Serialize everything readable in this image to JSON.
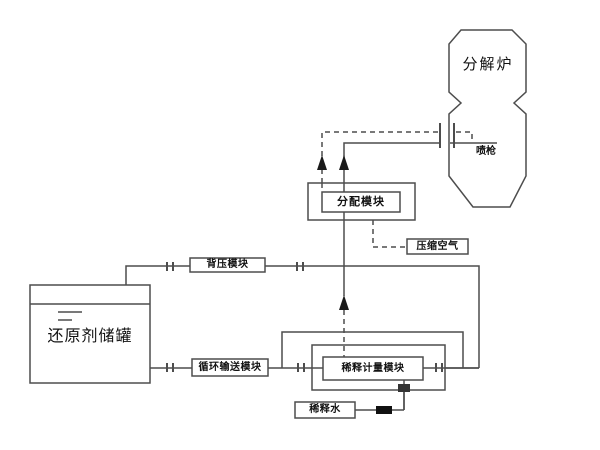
{
  "diagram": {
    "type": "process-flow-diagram",
    "furnace_label": "分解炉",
    "lance_label": "喷枪",
    "distribution_label": "分配模块",
    "compressed_air_label": "压缩空气",
    "back_pressure_label": "背压模块",
    "tank_label": "还原剂储罐",
    "circulation_label": "循环输送模块",
    "metering_label": "稀释计量模块",
    "dilution_water_label": "稀释水",
    "colors": {
      "line": "#4d4d4d",
      "text": "#111111",
      "background": "#ffffff",
      "arrow": "#1a1a1a"
    }
  }
}
